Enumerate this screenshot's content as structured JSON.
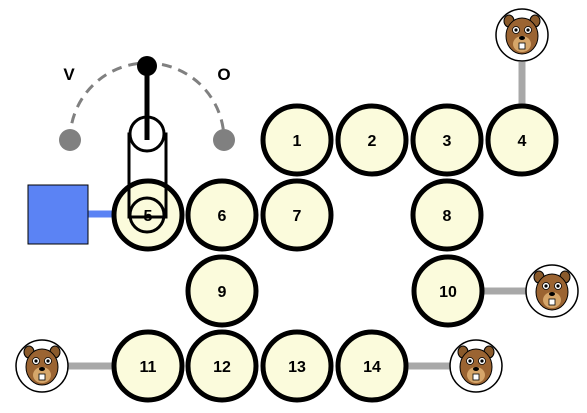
{
  "colors": {
    "node_fill": "#fbfbdc",
    "node_stroke": "#000000",
    "connector": "#a8a8a8",
    "dial_grey": "#808080",
    "box": "#5b83f4"
  },
  "dial": {
    "left_label": "V",
    "right_label": "O"
  },
  "nodes": [
    {
      "id": "1",
      "label": "1"
    },
    {
      "id": "2",
      "label": "2"
    },
    {
      "id": "3",
      "label": "3"
    },
    {
      "id": "4",
      "label": "4"
    },
    {
      "id": "5",
      "label": "5"
    },
    {
      "id": "6",
      "label": "6"
    },
    {
      "id": "7",
      "label": "7"
    },
    {
      "id": "8",
      "label": "8"
    },
    {
      "id": "9",
      "label": "9"
    },
    {
      "id": "10",
      "label": "10"
    },
    {
      "id": "11",
      "label": "11"
    },
    {
      "id": "12",
      "label": "12"
    },
    {
      "id": "13",
      "label": "13"
    },
    {
      "id": "14",
      "label": "14"
    }
  ],
  "beavers": [
    {
      "id": "b4",
      "icon": "beaver-icon"
    },
    {
      "id": "b10",
      "icon": "beaver-icon"
    },
    {
      "id": "b11",
      "icon": "beaver-icon"
    },
    {
      "id": "b14",
      "icon": "beaver-icon"
    }
  ]
}
